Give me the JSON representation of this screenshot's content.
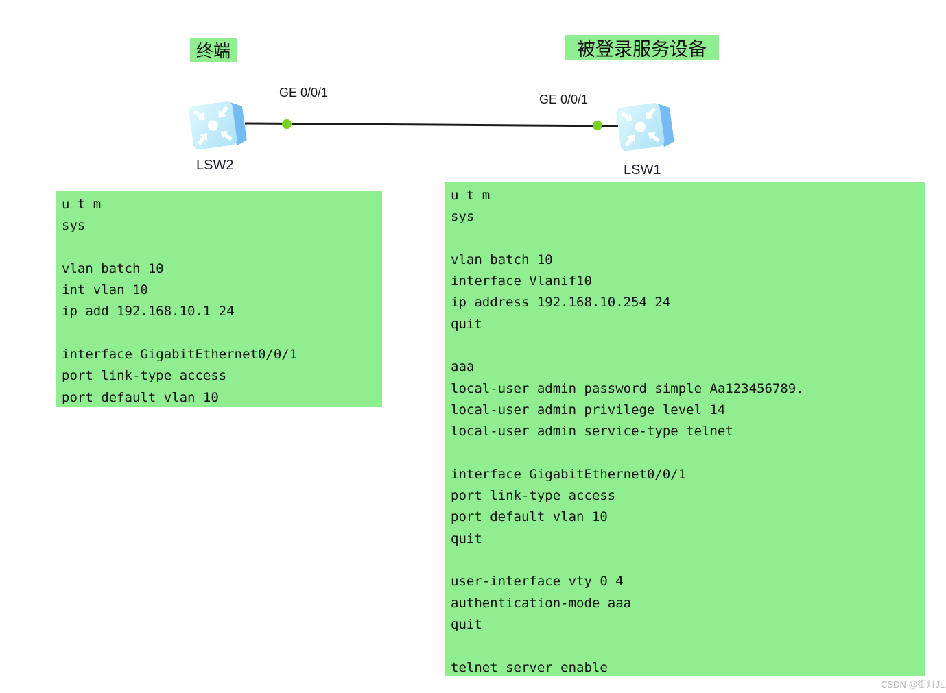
{
  "labels": {
    "terminal": "终端",
    "server": "被登录服务设备"
  },
  "link": {
    "left_port_label": "GE 0/0/1",
    "right_port_label": "GE 0/0/1"
  },
  "devices": {
    "lsw2": {
      "name": "LSW2",
      "type": "switch"
    },
    "lsw1": {
      "name": "LSW1",
      "type": "switch"
    }
  },
  "configs": {
    "lsw2": "u t m\nsys\n\nvlan batch 10\nint vlan 10\nip add 192.168.10.1 24\n\ninterface GigabitEthernet0/0/1\nport link-type access\nport default vlan 10",
    "lsw1": "u t m\nsys\n\nvlan batch 10\ninterface Vlanif10\nip address 192.168.10.254 24\nquit\n\naaa\nlocal-user admin password simple Aa123456789.\nlocal-user admin privilege level 14\nlocal-user admin service-type telnet\n\ninterface GigabitEthernet0/0/1\nport link-type access\nport default vlan 10\nquit\n\nuser-interface vty 0 4\nauthentication-mode aaa\nquit\n\ntelnet server enable"
  },
  "watermark": {
    "text": "CSDN @街灯JL"
  },
  "colors": {
    "annotation_bg": "#90EE90",
    "link_line": "#1a1a1a",
    "port_up_dot": "#76d21e",
    "switch_front": "#c2edfb",
    "switch_side": "#74baf3"
  }
}
